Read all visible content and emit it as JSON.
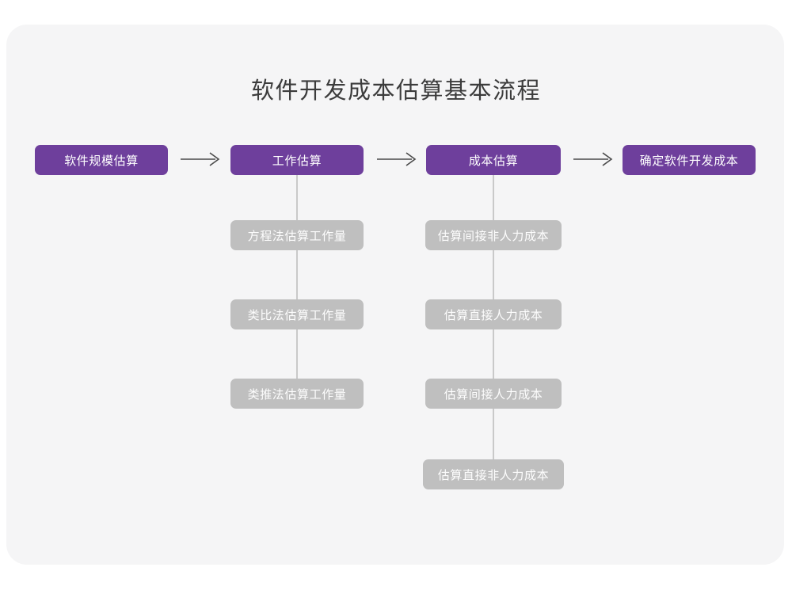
{
  "canvas": {
    "background_color": "#ffffff",
    "card_color": "#f5f5f6"
  },
  "diagram": {
    "title": "软件开发成本估算基本流程",
    "colors": {
      "primary_node": "#6e3f9c",
      "secondary_node": "#bfbfbf",
      "node_text": "#ffffff",
      "title_text": "#3c3c3c",
      "connector": "#c9c9c9",
      "arrow": "#4a4a4a"
    },
    "type": "flowchart",
    "main_flow": [
      {
        "label": "软件规模估算"
      },
      {
        "label": "工作估算"
      },
      {
        "label": "成本估算"
      },
      {
        "label": "确定软件开发成本"
      }
    ],
    "arrows": [
      {
        "name": "arrow-1",
        "from": "软件规模估算",
        "to": "工作估算",
        "glyph": "→"
      },
      {
        "name": "arrow-2",
        "from": "工作估算",
        "to": "成本估算",
        "glyph": "→"
      },
      {
        "name": "arrow-3",
        "from": "成本估算",
        "to": "确定软件开发成本",
        "glyph": "→"
      }
    ],
    "branches": [
      {
        "parent": "工作估算",
        "children": [
          {
            "label": "方程法估算工作量"
          },
          {
            "label": "类比法估算工作量"
          },
          {
            "label": "类推法估算工作量"
          }
        ]
      },
      {
        "parent": "成本估算",
        "children": [
          {
            "label": "估算间接非人力成本"
          },
          {
            "label": "估算直接人力成本"
          },
          {
            "label": "估算间接人力成本"
          },
          {
            "label": "估算直接非人力成本"
          }
        ]
      }
    ]
  }
}
